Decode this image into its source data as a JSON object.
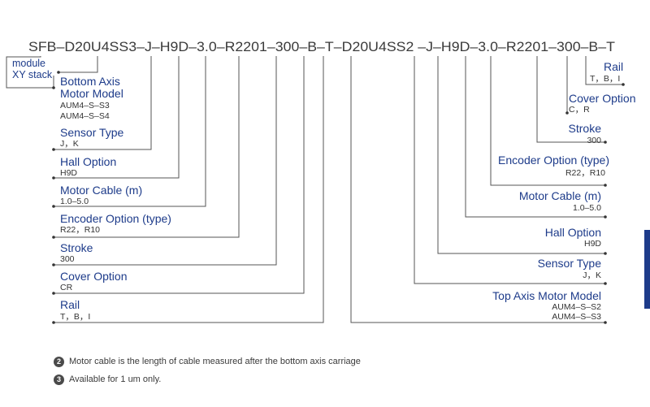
{
  "model_code": {
    "segments": [
      "SFB",
      "–",
      "D20U4SS3",
      "–",
      "J",
      "–",
      "H9D",
      "–",
      "3.0",
      "–",
      "R2201",
      "–",
      "300",
      "–",
      "B",
      "–",
      "T",
      "–",
      "D20U4SS2",
      " –",
      "J",
      "–",
      "H9D",
      "–",
      "3.0",
      "–",
      "R2201",
      "–",
      "300",
      "–",
      "B",
      "–",
      "T"
    ]
  },
  "module": {
    "line1": "module",
    "line2": "XY stack"
  },
  "left_fields": [
    {
      "title": "Bottom Axis",
      "title2": "Motor Model",
      "options": [
        "AUM4–S–S3",
        "AUM4–S–S4"
      ]
    },
    {
      "title": "Sensor Type",
      "options": [
        "J，K"
      ]
    },
    {
      "title": "Hall Option",
      "options": [
        "H9D"
      ]
    },
    {
      "title": "Motor Cable (m)",
      "options": [
        "1.0–5.0"
      ]
    },
    {
      "title": "Encoder Option (type)",
      "options": [
        "R22，R10"
      ]
    },
    {
      "title": "Stroke",
      "options": [
        "300"
      ]
    },
    {
      "title": "Cover Option",
      "options": [
        "CR"
      ]
    },
    {
      "title": "Rail",
      "options": [
        "T，B，I"
      ]
    }
  ],
  "right_fields": [
    {
      "title": "Rail",
      "options": [
        "T，B，I"
      ]
    },
    {
      "title": "Cover Option",
      "options": [
        "C，R"
      ]
    },
    {
      "title": "Stroke",
      "options": [
        "300"
      ]
    },
    {
      "title": "Encoder Option (type)",
      "options": [
        "R22，R10"
      ]
    },
    {
      "title": "Motor Cable (m)",
      "options": [
        "1.0–5.0"
      ]
    },
    {
      "title": "Hall Option",
      "options": [
        "H9D"
      ]
    },
    {
      "title": "Sensor Type",
      "options": [
        "J，K"
      ]
    },
    {
      "title": "Top Axis Motor Model",
      "options": [
        "AUM4–S–S2",
        "AUM4–S–S3"
      ]
    }
  ],
  "notes": [
    {
      "number": "2",
      "text": "Motor cable is the length of cable measured after the bottom axis carriage"
    },
    {
      "number": "3",
      "text": "Available for 1 um only."
    }
  ],
  "colors": {
    "title_blue": "#1d3b8a",
    "line_gray": "#555555",
    "text_gray": "#3a3a3a",
    "side_tab": "#1d3b8a"
  }
}
